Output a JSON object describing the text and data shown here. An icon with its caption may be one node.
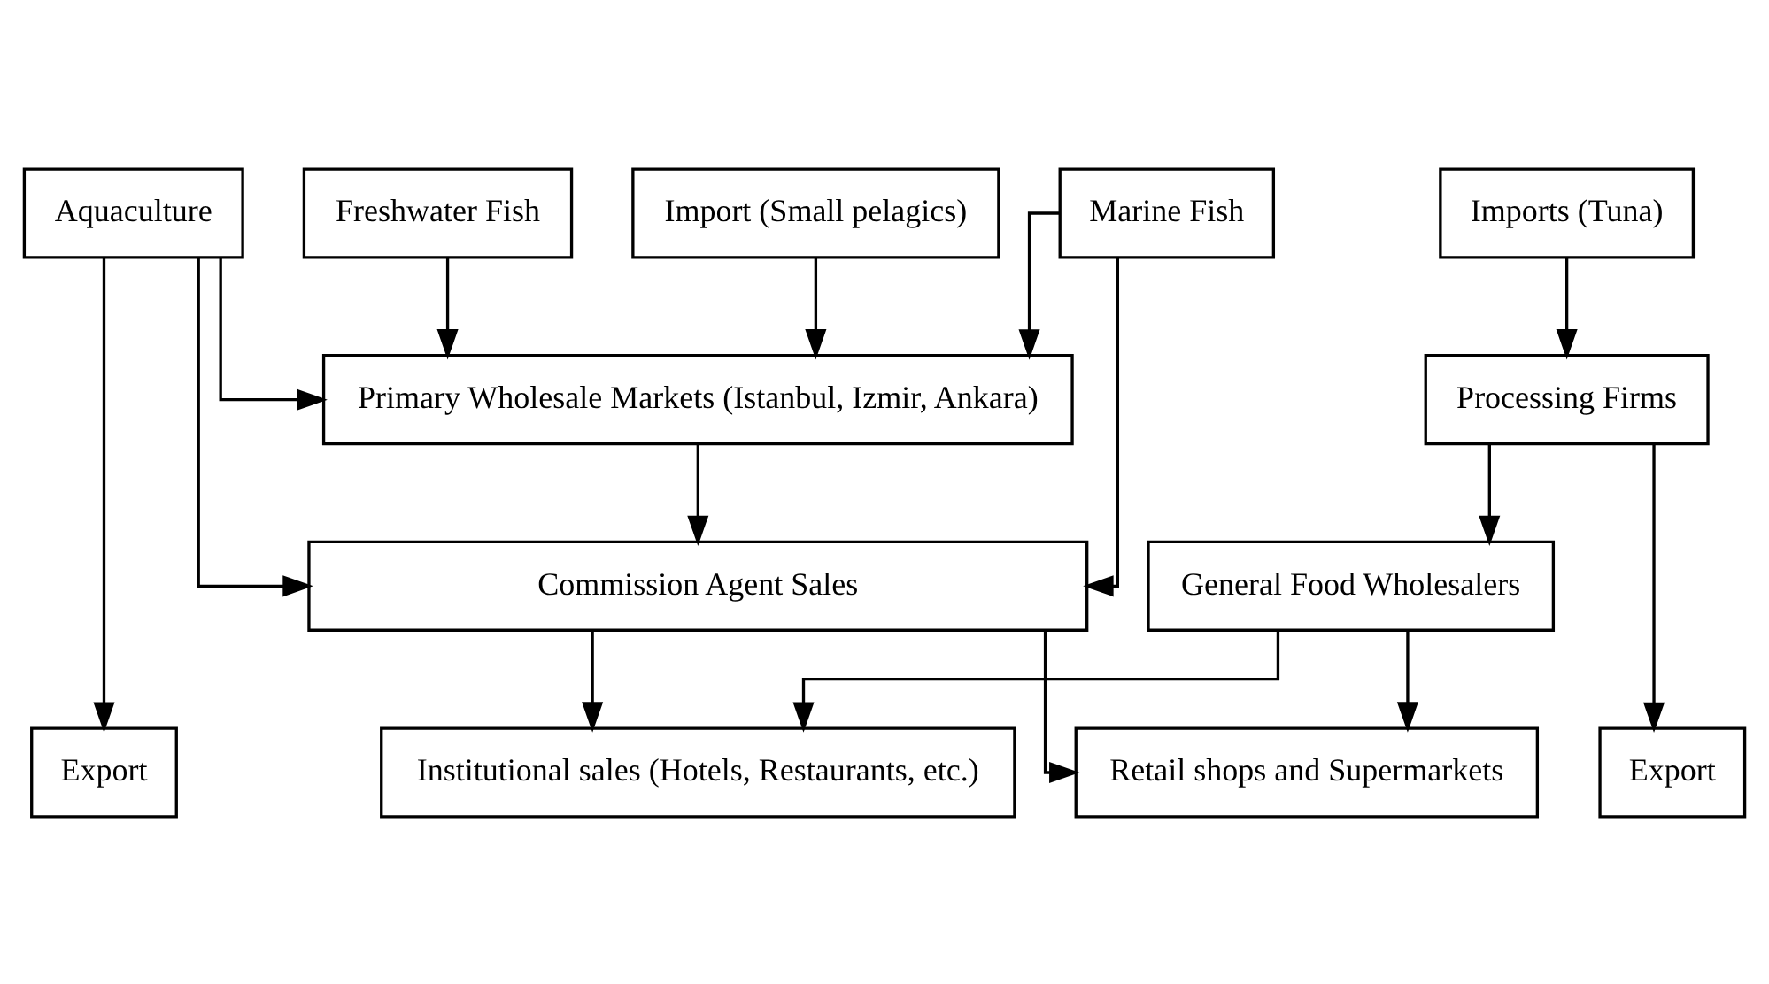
{
  "diagram": {
    "nodes": [
      {
        "text": [
          "Imports (Tuna)"
        ]
      },
      {
        "text": [
          "Marine Fish"
        ]
      },
      {
        "text": [
          "Import (Small pelagics)"
        ]
      },
      {
        "text": [
          "Freshwater Fish"
        ]
      },
      {
        "text": [
          "Aquaculture"
        ]
      },
      {
        "text": [
          "Processing Firms"
        ]
      },
      {
        "text": [
          "Primary Wholesale Markets (Istanbul, Izmir, Ankara)"
        ]
      },
      {
        "text": [
          "General Food Wholesalers"
        ]
      },
      {
        "text": [
          "Commission Agent Sales"
        ]
      },
      {
        "text": [
          "Export"
        ]
      },
      {
        "text": [
          "Retail shops and Supermarkets"
        ]
      },
      {
        "text": [
          "Institutional sales (Hotels, Restaurants, etc.)"
        ]
      },
      {
        "text": [
          "Export"
        ]
      }
    ],
    "edges": [
      {
        "from": 0,
        "to": 5,
        "arrow": "to"
      },
      {
        "from": 1,
        "to": 6,
        "arrow": "to"
      },
      {
        "from": 2,
        "to": 6,
        "arrow": "to"
      },
      {
        "from": 3,
        "to": 6,
        "arrow": "to"
      },
      {
        "from": 4,
        "to": 6,
        "arrow": "to"
      },
      {
        "from": 5,
        "to": 9,
        "arrow": "to"
      },
      {
        "from": 5,
        "to": 7,
        "arrow": "to"
      },
      {
        "from": 1,
        "to": 8,
        "arrow": "to"
      },
      {
        "from": 6,
        "to": 8,
        "arrow": "to"
      },
      {
        "from": 4,
        "to": 8,
        "arrow": "to"
      },
      {
        "from": 4,
        "to": 12,
        "arrow": "to"
      },
      {
        "from": 7,
        "to": 10,
        "arrow": "to"
      },
      {
        "from": 7,
        "to": 11,
        "arrow": "to"
      },
      {
        "from": 8,
        "to": 10,
        "arrow": "to"
      },
      {
        "from": 8,
        "to": 11,
        "arrow": "to"
      }
    ]
  }
}
